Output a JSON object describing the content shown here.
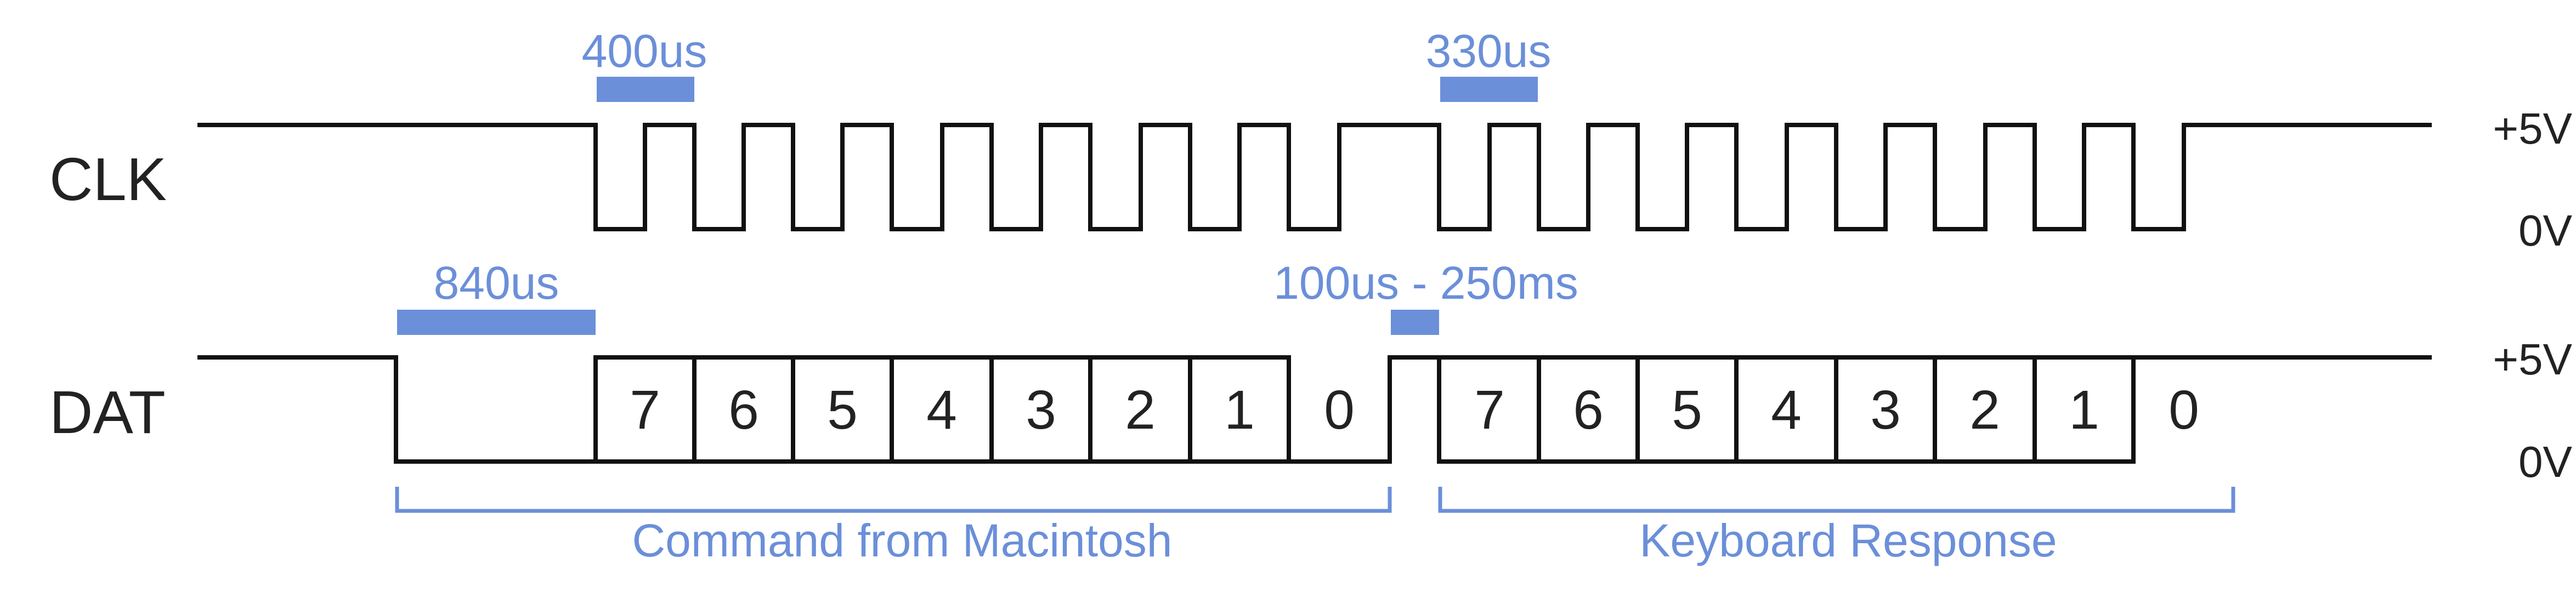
{
  "signals": {
    "clk_label": "CLK",
    "dat_label": "DAT"
  },
  "voltages": {
    "clk_high": "+5V",
    "clk_low": "0V",
    "dat_high": "+5V",
    "dat_low": "0V"
  },
  "timings": {
    "clk_command_period": "400us",
    "clk_response_period": "330us",
    "dat_request_low": "840us",
    "dat_turnaround": "100us - 250ms"
  },
  "command_bits": [
    "7",
    "6",
    "5",
    "4",
    "3",
    "2",
    "1",
    "0"
  ],
  "response_bits": [
    "7",
    "6",
    "5",
    "4",
    "3",
    "2",
    "1",
    "0"
  ],
  "groups": {
    "command": "Command from Macintosh",
    "response": "Keyboard Response"
  },
  "colors": {
    "signal": "#111111",
    "annotation": "#6b8fd9",
    "text": "#222222"
  }
}
